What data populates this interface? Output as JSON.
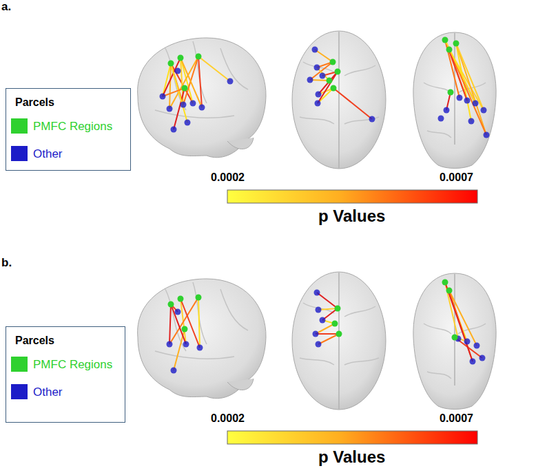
{
  "diagram": {
    "labels": [
      "a.",
      "Parcels",
      "0.0002",
      "0.0007",
      "p Values",
      "b.",
      "Parcels",
      "0.0002",
      "0.0007",
      "p Values"
    ],
    "legend": [
      {
        "text": "PMFC Regions",
        "color": "#2fd12f"
      },
      {
        "text": "Other",
        "color": "#1c1cc8"
      },
      {
        "text": "PMFC Regions",
        "color": "#2fd12f"
      },
      {
        "text": "Other",
        "color": "#1c1cc8"
      }
    ]
  }
}
